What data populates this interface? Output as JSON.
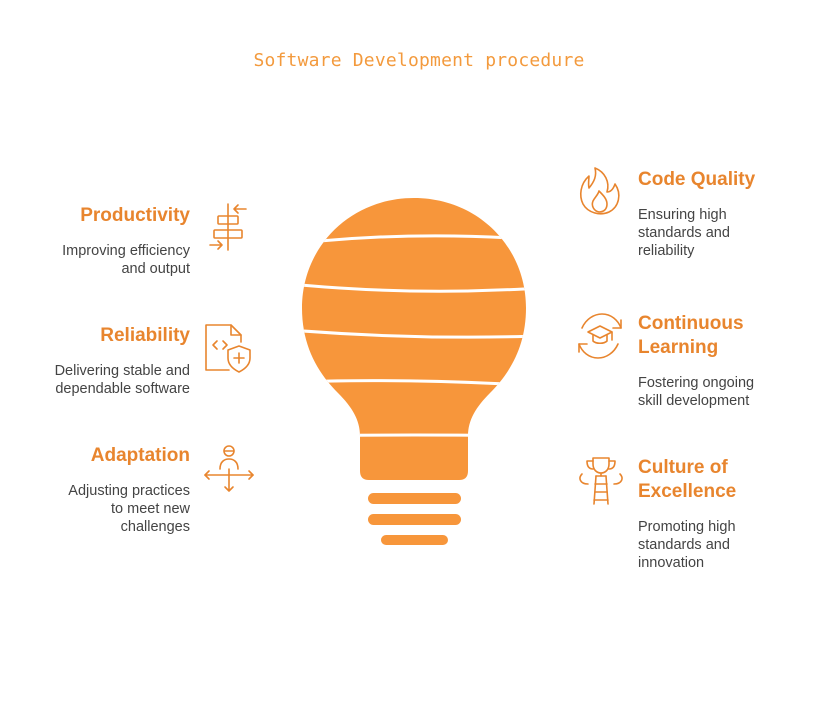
{
  "title": "Software Development procedure",
  "colors": {
    "accent": "#e8852e",
    "bulb": "#f7963b",
    "text": "#444444"
  },
  "left_items": [
    {
      "heading": "Productivity",
      "desc_lines": [
        "Improving efficiency",
        "and output"
      ],
      "icon": "align-arrows-icon"
    },
    {
      "heading": "Reliability",
      "desc_lines": [
        "Delivering stable and",
        "dependable software"
      ],
      "icon": "code-shield-icon"
    },
    {
      "heading": "Adaptation",
      "desc_lines": [
        "Adjusting practices",
        "to meet new",
        "challenges"
      ],
      "icon": "person-arrows-icon"
    }
  ],
  "right_items": [
    {
      "heading_lines": [
        "Code Quality"
      ],
      "desc_lines": [
        "Ensuring high",
        "standards and",
        "reliability"
      ],
      "icon": "flame-icon"
    },
    {
      "heading_lines": [
        "Continuous",
        "Learning"
      ],
      "desc_lines": [
        "Fostering ongoing",
        "skill development"
      ],
      "icon": "graduation-cycle-icon"
    },
    {
      "heading_lines": [
        "Culture of",
        "Excellence"
      ],
      "desc_lines": [
        "Promoting high",
        "standards and",
        "innovation"
      ],
      "icon": "trophy-ladder-icon"
    }
  ]
}
